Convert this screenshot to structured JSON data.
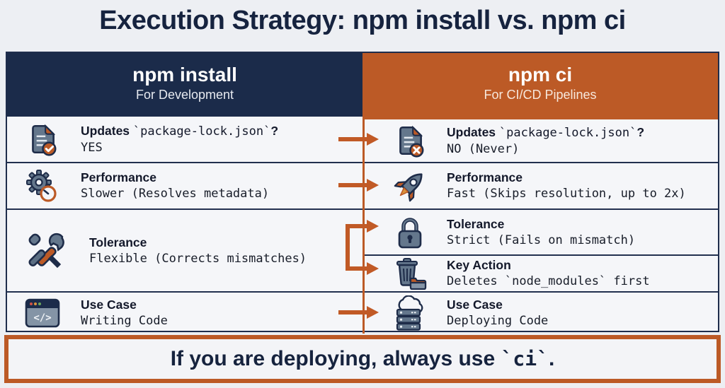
{
  "title": "Execution Strategy: npm install vs. npm ci",
  "colors": {
    "navy": "#1b2b4a",
    "orange": "#bc5a26",
    "page_bg": "#edeff3",
    "cell_bg": "#f5f6f9",
    "title_text": "#16233f"
  },
  "table": {
    "headers": {
      "left": {
        "title": "npm install",
        "subtitle": "For Development"
      },
      "right": {
        "title": "npm ci",
        "subtitle": "For CI/CD Pipelines"
      }
    },
    "left_rows": [
      {
        "icon": "document-check-icon",
        "label_pre": "Updates ",
        "label_code": "`package-lock.json`",
        "label_post": "?",
        "value": "YES"
      },
      {
        "icon": "gear-stopwatch-icon",
        "label": "Performance",
        "value": "Slower (Resolves metadata)"
      },
      {
        "icon": "tools-icon",
        "label": "Tolerance",
        "value": "Flexible (Corrects mismatches)"
      },
      {
        "icon": "code-window-icon",
        "label": "Use Case",
        "value": "Writing Code"
      }
    ],
    "right_rows": [
      {
        "icon": "document-x-icon",
        "label_pre": "Updates ",
        "label_code": "`package-lock.json`",
        "label_post": "?",
        "value": "NO (Never)"
      },
      {
        "icon": "rocket-icon",
        "label": "Performance",
        "value": "Fast (Skips resolution, up to 2x)"
      },
      {
        "icon": "lock-icon",
        "label": "Tolerance",
        "value": "Strict (Fails on mismatch)"
      },
      {
        "icon": "trash-folder-icon",
        "label": "Key Action",
        "value": "Deletes `node_modules` first"
      },
      {
        "icon": "cloud-server-icon",
        "label": "Use Case",
        "value": "Deploying Code"
      }
    ]
  },
  "banner": {
    "text_pre": "If you are deploying, always use ",
    "text_code": "`ci`",
    "text_post": "."
  }
}
